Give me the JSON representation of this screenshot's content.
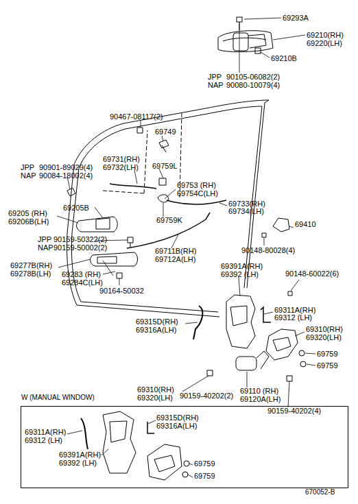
{
  "diagram": {
    "nodes": [
      {
        "text": [
          "W (MANUAL WINDOW)"
        ]
      }
    ],
    "labels": [
      "69293A",
      "69210(RH)",
      "69220(LH)",
      "69210B",
      "JPP",
      "90105-06082(2)",
      "NAP",
      "90080-10079(4)",
      "90467-08117(2)",
      "69749",
      "69731(RH)",
      "69732(LH)",
      "69759L",
      "JPP",
      "90901-89029(4)",
      "NAP",
      "90084-18002(4)",
      "69753 (RH)",
      "69754C(LH)",
      "69733(RH)",
      "69734(LH)",
      "69205 (RH)",
      "69206B(LH)",
      "69205B",
      "69759K",
      "69410",
      "JPP",
      "90159-50322(2)",
      "NAP",
      "90159-50002(2)",
      "90148-80028(4)",
      "69711B(RH)",
      "69712A(LH)",
      "69277B(RH)",
      "69278B(LH)",
      "69391A(RH)",
      "69392 (LH)",
      "90148-60022(6)",
      "69283 (RH)",
      "69284C(LH)",
      "90164-50032",
      "69311A(RH)",
      "69312 (LH)",
      "69315D(RH)",
      "69316A(LH)",
      "69310(RH)",
      "69320(LH)",
      "69759",
      "69759",
      "69310(RH)",
      "69320(LH)",
      "90159-40202(2)",
      "69110 (RH)",
      "69120A(LH)",
      "90159-40202(4)",
      "69311A(RH)",
      "69312 (LH)",
      "69315D(RH)",
      "69316A(LH)",
      "69391A(RH)",
      "69392 (LH)",
      "69759",
      "69759",
      "670052-B"
    ]
  }
}
